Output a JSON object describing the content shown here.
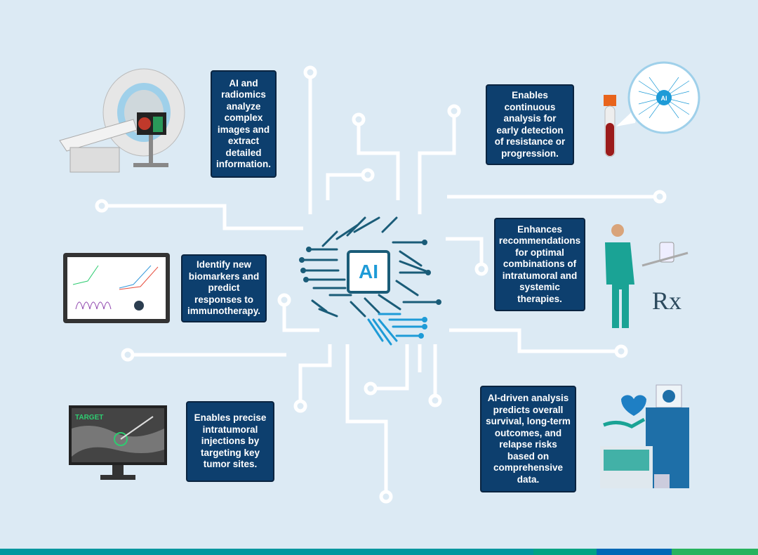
{
  "center_label": "AI",
  "boxes": [
    "AI and radiomics analyze complex images and extract detailed information.",
    "Enables continuous analysis for early detection of resistance or progression.",
    "Identify new biomarkers and predict responses to immunotherapy.",
    "Enhances recommendations for optimal combinations of intratumoral and systemic therapies.",
    "Enables precise intratumoral injections by targeting key tumor sites.",
    "AI-driven analysis predicts overall survival, long-term outcomes, and relapse risks based on comprehensive data."
  ],
  "illustrations": {
    "monitor_label": "TARGET",
    "rx_label": "Rx",
    "network_label": "AI"
  },
  "colors": {
    "box": "#0d3f6e",
    "brain": "#1a5c78",
    "brain_accent": "#1e9bd7",
    "bar": [
      "#00979f",
      "#00a383",
      "#0068b5",
      "#27b35e"
    ]
  }
}
